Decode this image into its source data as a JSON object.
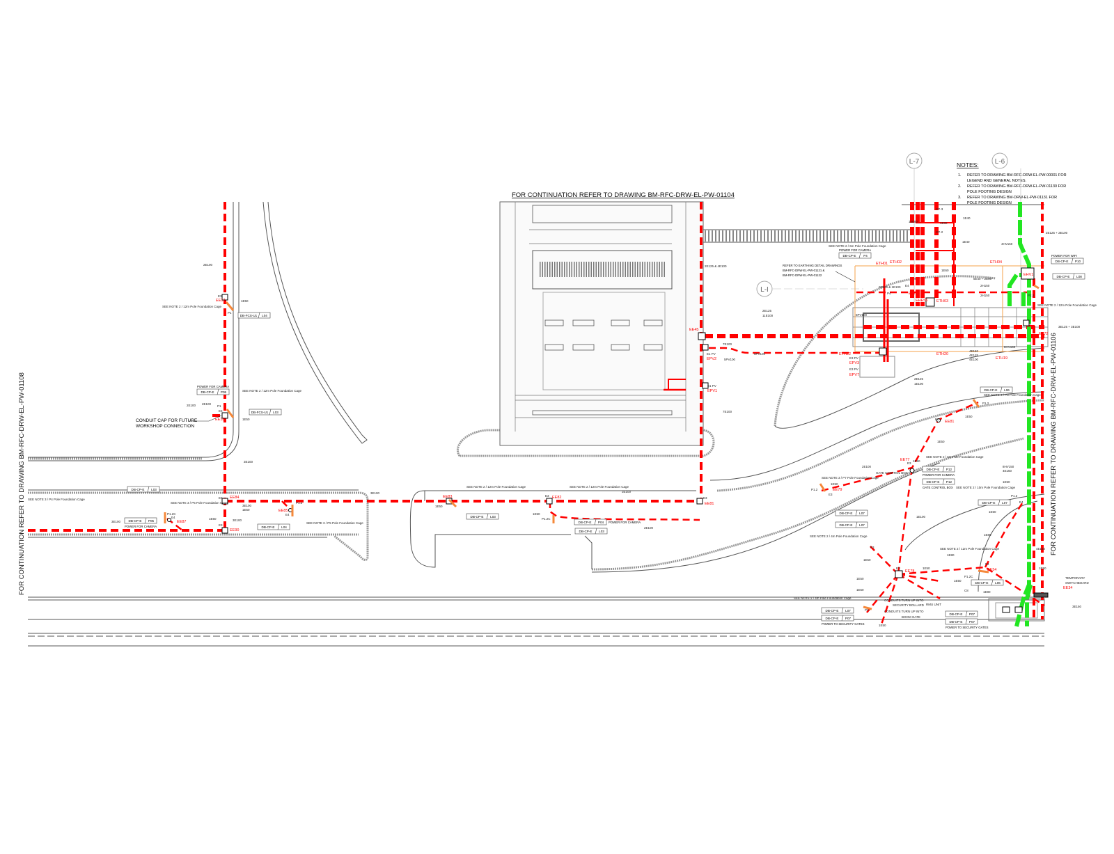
{
  "continuation": {
    "top": "FOR CONTINUATION REFER TO DRAWING  BM-RFC-DRW-EL-PW-01104",
    "left": "FOR CONTINUATION REFER TO DRAWING  BM-RFC-DRW-EL-PW-01108",
    "right": "FOR CONTINUATION REFER TO DRAWING  BM-RFC-DRW-EL-PW-01106"
  },
  "grid_markers": [
    "L-7",
    "L-6",
    "L-I"
  ],
  "notes": {
    "title": "NOTES:",
    "items": [
      {
        "num": "1.",
        "line1": "REFER TO DRAWING BM-RFC-DRW-EL-PW-00001 FOR",
        "line2": "LEGEND AND GENERAL NOTES."
      },
      {
        "num": "2.",
        "line1": "REFER TO DRAWING BM-RFC-DRW-EL-PW-01130 FOR",
        "line2": "POLE FOOTING DESIGN"
      },
      {
        "num": "3.",
        "line1": "REFER TO DRAWING BM-DRW-EL-PW-01131 FOR",
        "line2": "POLE FOOTING DESIGN"
      }
    ]
  },
  "conduit_cap_note": [
    "CONDUIT CAP FOR FUTURE",
    "WORKSHOP CONNECTION"
  ],
  "earthing_note": [
    "REFER TO EARTHING DETAIL DRAWINGS",
    "BM-RFC-DRW-EL-PW-01121 &",
    "BM-RFC-DRW-EL-PW-01122"
  ],
  "boxes": [
    {
      "panel": "DB-FCS-U1",
      "circuit": "L04"
    },
    {
      "panel": "DB-CP-E",
      "circuit": "P05",
      "caption": "POWER FOR CAMERA"
    },
    {
      "panel": "DB-FCS-U1",
      "circuit": "L03"
    },
    {
      "panel": "DB-CP-E",
      "circuit": "L03"
    },
    {
      "panel": "DB-CP-E",
      "circuit": "P05",
      "caption": "POWER FOR CAMERA"
    },
    {
      "panel": "DB-CP-E",
      "circuit": "L04"
    },
    {
      "panel": "DB-CP-E",
      "circuit": "L03"
    },
    {
      "panel": "DB-CP-E",
      "circuit": "P04",
      "caption": "POWER FOR CAMERA"
    },
    {
      "panel": "DB-CP-E",
      "circuit": "L03"
    },
    {
      "panel": "DB-CP-E",
      "circuit": "P4",
      "caption": "POWER FOR CAMERA"
    },
    {
      "panel": "DB-CP-E",
      "circuit": "P10",
      "caption": "POWER FOR WIFI"
    },
    {
      "panel": "DB-CP-E",
      "circuit": "L08"
    },
    {
      "panel": "DB-CP-E",
      "circuit": "L06"
    },
    {
      "panel": "DB-CP-E",
      "circuit": "P12",
      "caption": "POWER FOR CAMERA"
    },
    {
      "panel": "DB-CP-E",
      "circuit": "P12",
      "caption": "GATE CONTROL BOX"
    },
    {
      "panel": "DB-CP-E",
      "circuit": "L07"
    },
    {
      "panel": "DB-CP-E",
      "circuit": "L07"
    },
    {
      "panel": "DB-CP-E",
      "circuit": "L07"
    },
    {
      "panel": "DB-CP-E",
      "circuit": "L06"
    },
    {
      "panel": "DB-CP-E",
      "circuit": "L07"
    },
    {
      "panel": "DB-CP-E",
      "circuit": "P07",
      "caption": "POWER TO SECURITY GATES"
    },
    {
      "panel": "DB-CP-E",
      "circuit": "P07"
    },
    {
      "panel": "DB-CP-E",
      "circuit": "P07",
      "caption": "POWER TO SECURITY GATES"
    }
  ],
  "labels": [
    "2E100",
    "E3",
    "EE17",
    "1E50",
    "SEE NOTE 2 / 12m Pole Foundation Cage",
    "P1",
    "SEE NOTE 2 / 12m Pole Foundation Cage",
    "2E100",
    "P1",
    "E3",
    "EE18",
    "1E50",
    "2E100",
    "3E100",
    "SEE NOTE 3 / P4 Pole Foundation Cage",
    "SEE NOTE 3 / P5 Pole Foundation Cage",
    "P1.2C",
    "E4",
    "EE87",
    "3E100",
    "1E50",
    "3E100",
    "E3",
    "EE90",
    "E3",
    "EE84",
    "3E100",
    "1E50",
    "EE85",
    "E4",
    "P1.2",
    "SEE NOTE 3 / P5 Pole Foundation Cage",
    "3E100",
    "SEE NOTE 2 / 12m Pole Foundation Cage",
    "EE83",
    "1E50",
    "SEE NOTE 2 / 12m Pole Foundation Cage",
    "E3",
    "EE82",
    "1E50",
    "P1.2C",
    "2E100",
    "3E100",
    "E3",
    "EE81",
    "2E125 & 4E100",
    "EE45",
    "E1 PV",
    "EPV2",
    "5PV100",
    "7E100",
    "E1 PV",
    "EPV1",
    "7E100",
    "5PV100",
    "2E125",
    "11E100",
    "5PV100",
    "ETH01",
    "ETH22",
    "E3 PV",
    "EPV3",
    "E3 PV",
    "EPV7",
    "2E125",
    "1E100",
    "SEE NOTE 2 / 6m Pole Foundation Cage",
    "2E125 & 1E100",
    "P4",
    "E4",
    "EE76",
    "ETH02",
    "ETH03",
    "ETH04",
    "ETH19",
    "ETH20",
    "EHE56",
    "CP-3",
    "CP-2",
    "1E40",
    "1E40",
    "1E80",
    "15E80",
    "1E60",
    "5E40 + 2E80",
    "2H150",
    "2H150",
    "4HV150",
    "EHV1",
    "P2.2",
    "SEE NOTE 2 / 12m Pole Foundation Cage",
    "2E125 + 2E100",
    "3E125 + 3E100",
    "EE72",
    "4E150",
    "4E125",
    "4E100",
    "8HV150",
    "SEE NOTE 3 / P8 Pole Foundation Cage",
    "P1.2",
    "E4",
    "EE81",
    "1E50",
    "1E50",
    "SEE NOTE 2 / 6m Pole Foundation Cage",
    "EE77",
    "E3",
    "1E50",
    "2E100",
    "GATE CONTROL BOX",
    "SEE NOTE 3 / P7 Pole Foundation Cage",
    "1E50",
    "P1.2",
    "EE79",
    "E3",
    "1E100",
    "SEE NOTE 2 / 10m Pole Foundation Cage",
    "8HV150",
    "4E150",
    "1E50",
    "P1.2",
    "E4",
    "1E80",
    "1E50",
    "1E80",
    "SEE NOTE 2 / 4m Pole Foundation Cage",
    "P3",
    "1E50",
    "E3",
    "EE78",
    "1E50",
    "1E50",
    "1E50",
    "CONDUITS TURN UP INTO",
    "SECURITY BOLLARD",
    "CONDUITS TURN UP INTO",
    "BOOM GATE",
    "SEE NOTE 2 / 4m Pole Foundation Cage",
    "P3",
    "1E50",
    "SEE NOTE 2 / 12m Pole Foundation Cage",
    "E4",
    "EE54",
    "P1.2C",
    "1E80",
    "1E50",
    "C8",
    "RMU UNIT",
    "TEMPORARY",
    "SWITCHBOARD",
    "EE34",
    "3E150",
    "4E150",
    "1E50"
  ]
}
